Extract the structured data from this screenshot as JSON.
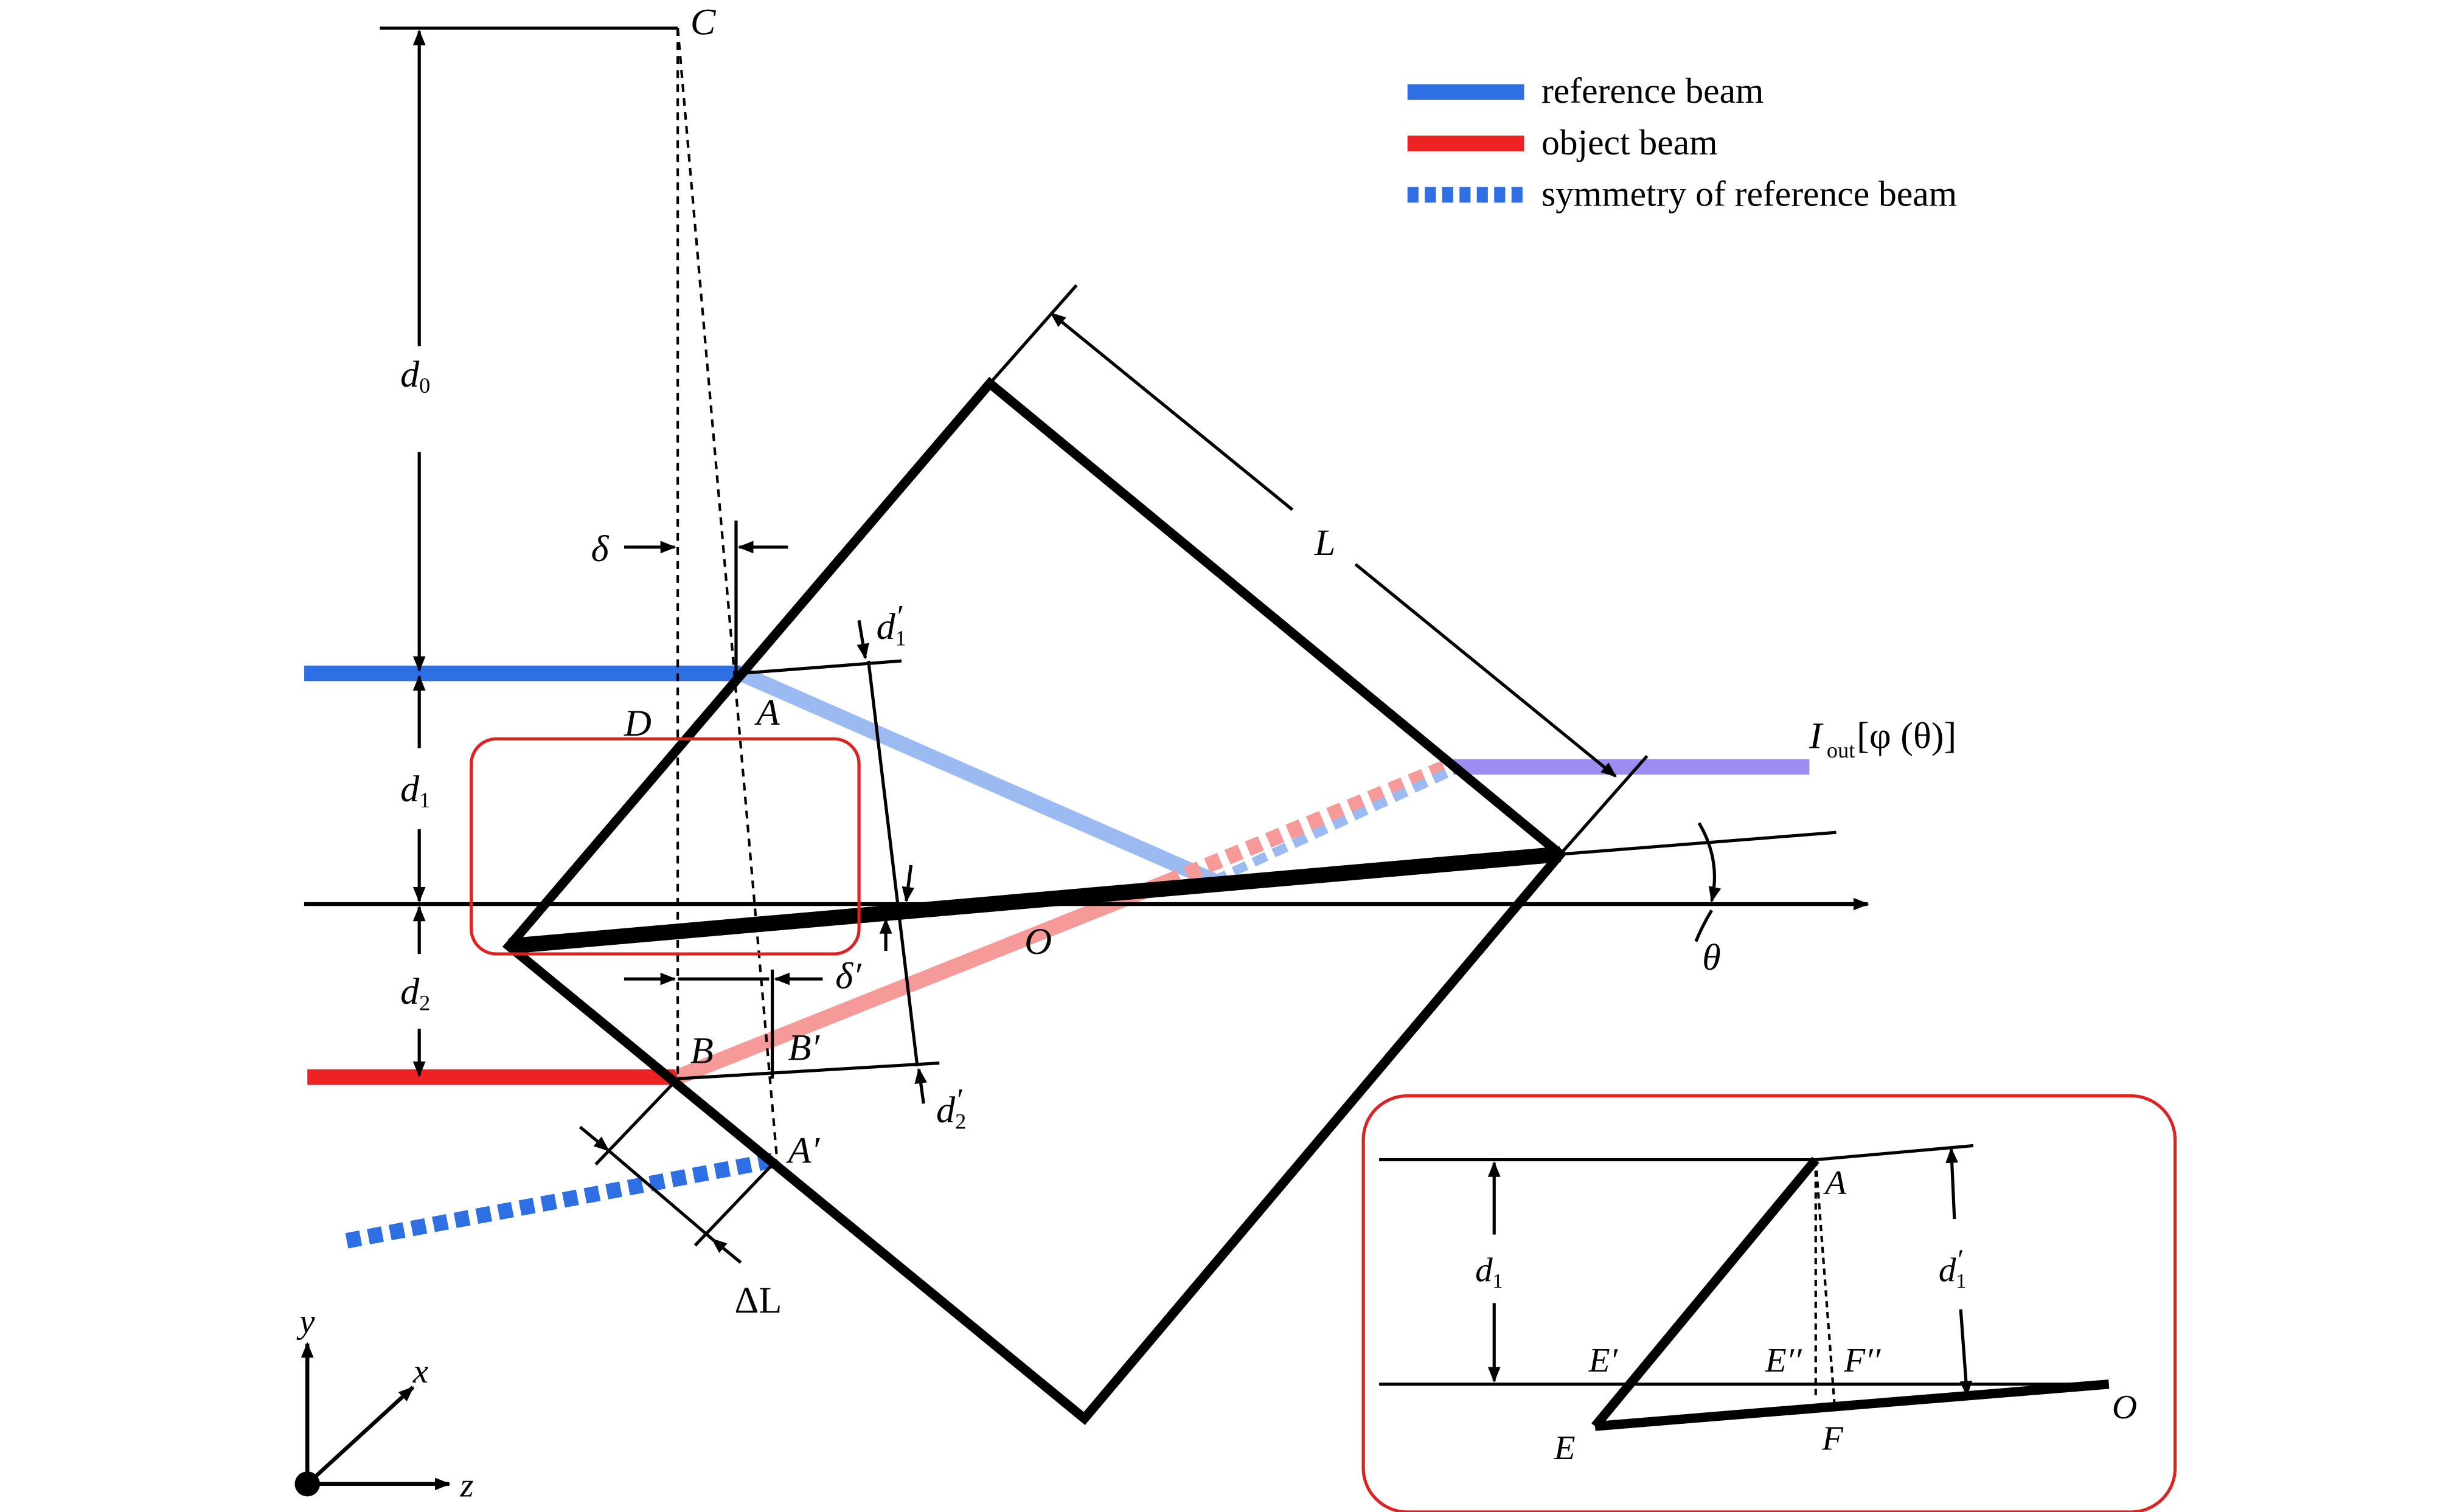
{
  "legend": {
    "reference": "reference beam",
    "object": "object beam",
    "symmetry": "symmetry of reference beam"
  },
  "colors": {
    "reference": "#2f6fe4",
    "reference_light": "#9bbaf2",
    "object": "#ee2222",
    "object_light": "#f59999",
    "output": "#9b8ef0",
    "prism": "#000000",
    "highlight_box": "#dd2222"
  },
  "labels": {
    "C": "C",
    "A": "A",
    "D": "D",
    "B": "B",
    "B_prime": "B′",
    "A_prime": "A′",
    "O": "O",
    "L": "L",
    "delta": "δ",
    "delta_prime": "δ′",
    "delta_L": "ΔL",
    "theta": "θ",
    "d0": "d",
    "d0_sub": "0",
    "d1": "d",
    "d1_sub": "1",
    "d2": "d",
    "d2_sub": "2",
    "d1p": "d",
    "d1p_sub": "1",
    "d1p_prime": "′",
    "d2p": "d",
    "d2p_sub": "2",
    "d2p_prime": "′",
    "iout_I": "I",
    "iout_sub": "out",
    "iout_rest": " [φ (θ)]"
  },
  "axes": {
    "x": "x",
    "y": "y",
    "z": "z"
  },
  "inset": {
    "A": "A",
    "E": "E",
    "E_prime": "E′",
    "E_dprime": "E′′",
    "F": "F",
    "F_dprime": "F′′",
    "O": "O",
    "d1": "d",
    "d1_sub": "1",
    "d1p": "d",
    "d1p_sub": "1",
    "d1p_prime": "′"
  }
}
